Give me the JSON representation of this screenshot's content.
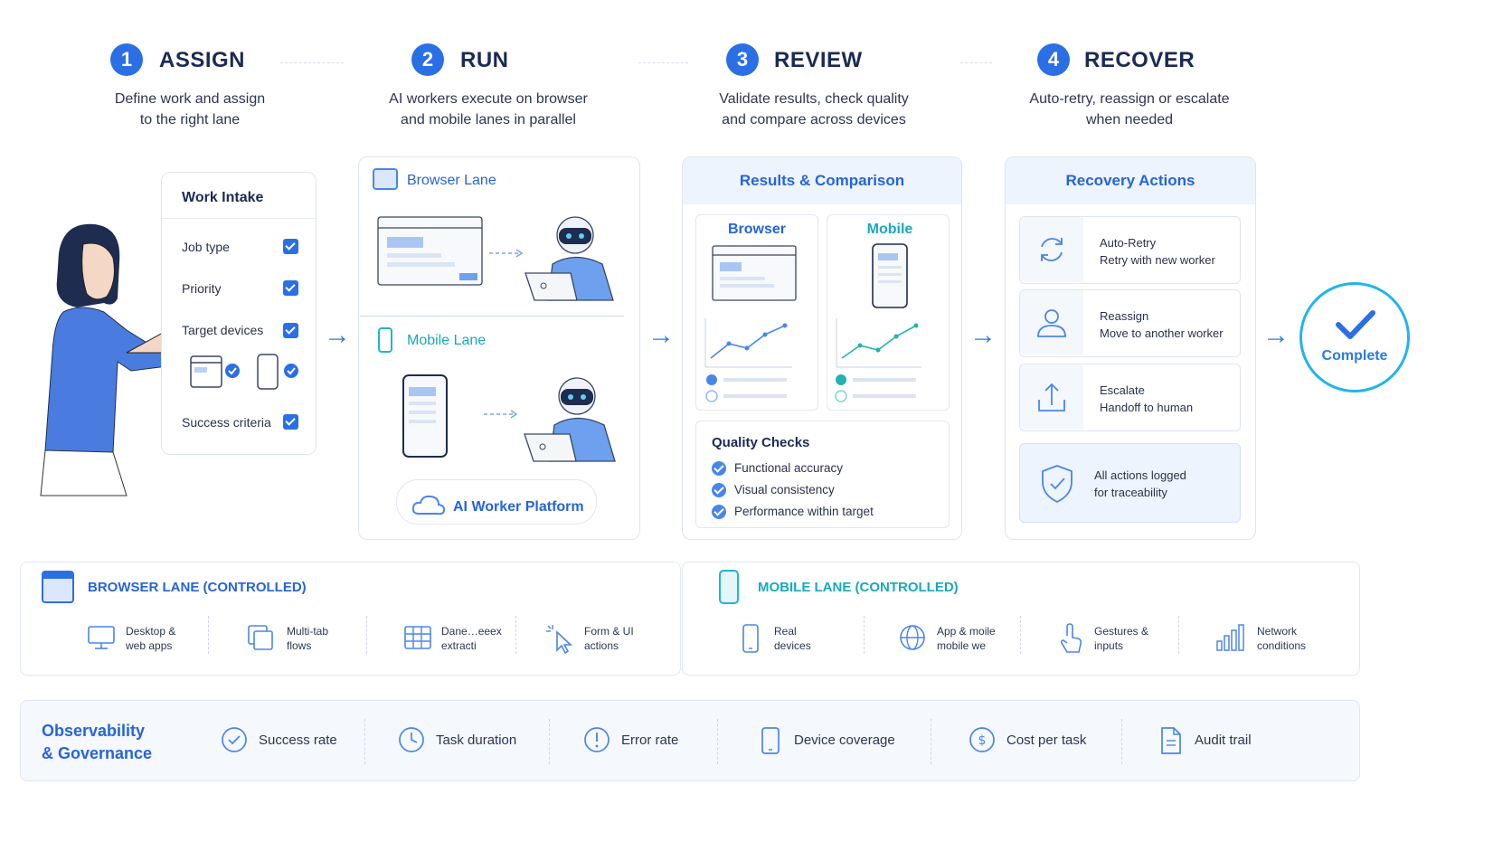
{
  "steps": [
    {
      "num": "1",
      "title": "ASSIGN",
      "desc": [
        "Define work and assign",
        "to the right lane"
      ]
    },
    {
      "num": "2",
      "title": "RUN",
      "desc": [
        "AI workers execute on browser",
        "and mobile lanes in parallel"
      ]
    },
    {
      "num": "3",
      "title": "REVIEW",
      "desc": [
        "Validate results, check quality",
        "and compare across devices"
      ]
    },
    {
      "num": "4",
      "title": "RECOVER",
      "desc": [
        "Auto-retry, reassign or escalate",
        "when needed"
      ]
    }
  ],
  "work_intake": {
    "title": "Work Intake",
    "items": [
      "Job type",
      "Priority",
      "Target devices",
      "Success criteria"
    ]
  },
  "run_panel": {
    "browser_lane": "Browser Lane",
    "mobile_lane": "Mobile Lane",
    "platform": "AI Worker Platform"
  },
  "review_panel": {
    "title": "Results & Comparison",
    "browser": "Browser",
    "mobile": "Mobile",
    "quality_title": "Quality Checks",
    "quality_items": [
      "Functional accuracy",
      "Visual consistency",
      "Performance within target"
    ]
  },
  "recovery_panel": {
    "title": "Recovery Actions",
    "cards": [
      {
        "title": "Auto-Retry",
        "sub": "Retry with new worker",
        "icon": "retry-icon"
      },
      {
        "title": "Reassign",
        "sub": "Move to another worker",
        "icon": "user-icon"
      },
      {
        "title": "Escalate",
        "sub": "Handoff to human",
        "icon": "escalate-icon"
      }
    ],
    "logged": [
      "All actions logged",
      "for traceability"
    ]
  },
  "complete": "Complete",
  "browser_controlled": {
    "title": "BROWSER LANE (CONTROLLED)",
    "features": [
      "Desktop &\nweb apps",
      "Multi-tab\nflows",
      "Dane…eeex\nextracti",
      "Form & UI\nactions"
    ]
  },
  "mobile_controlled": {
    "title": "MOBILE LANE (CONTROLLED)",
    "features": [
      "Real\ndevices",
      "App & moile\nmobile we",
      "Gestures &\ninputs",
      "Network\nconditions"
    ]
  },
  "observability": {
    "title": [
      "Observability",
      "& Governance"
    ],
    "items": [
      "Success rate",
      "Task duration",
      "Error rate",
      "Device coverage",
      "Cost per task",
      "Audit trail"
    ]
  },
  "colors": {
    "primary": "#2b6fe5",
    "teal": "#1fb7c9",
    "complete_ring": "#22b4ea"
  }
}
